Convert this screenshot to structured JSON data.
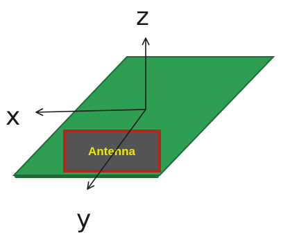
{
  "diagram": {
    "axes": {
      "x_label": "x",
      "y_label": "y",
      "z_label": "z"
    },
    "antenna": {
      "label": "Antenna"
    },
    "colors": {
      "ground_plane": "#2e9e52",
      "ground_plane_edge": "#1e6b36",
      "antenna_fill": "#545454",
      "antenna_border": "#b3261e",
      "antenna_text": "#f2e600",
      "axis": "#1a1a1a"
    }
  }
}
